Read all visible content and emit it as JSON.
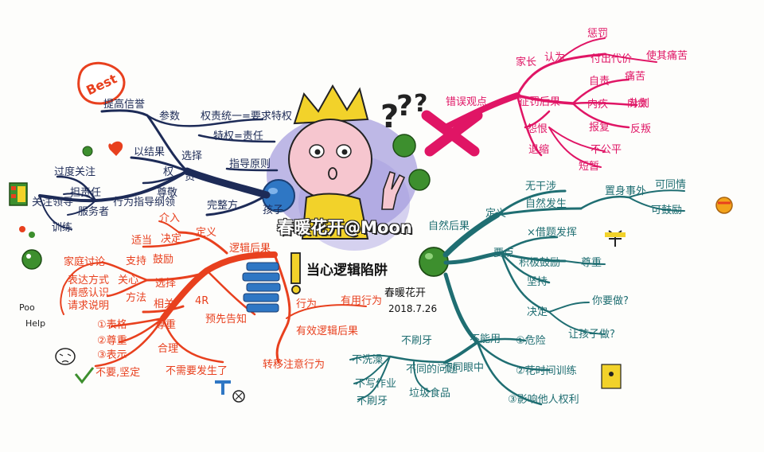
{
  "watermark": "春暖花开@Moon",
  "center": {
    "title": "当心逻辑陷阱",
    "author": "春暖花开",
    "date": "2018.7.26"
  },
  "best_badge": "Best",
  "colors": {
    "navy": "#1d2b57",
    "red": "#e8401e",
    "teal": "#1f6e72",
    "magenta": "#e01565",
    "apple_green": "#3d8f2e",
    "blue_ball": "#2f77c4",
    "hat": "#f2d22a",
    "purple_bg": "#8a7fd6"
  },
  "branch_navy": {
    "labels": [
      {
        "key": "n1",
        "text": "提高信誉"
      },
      {
        "key": "n2",
        "text": "参数"
      },
      {
        "key": "n3",
        "text": "权责统一=要求特权"
      },
      {
        "key": "n4",
        "text": "特权=责任"
      },
      {
        "key": "n5",
        "text": "以结果"
      },
      {
        "key": "n6",
        "text": "选择"
      },
      {
        "key": "n7",
        "text": "权"
      },
      {
        "key": "n8",
        "text": "责"
      },
      {
        "key": "n9",
        "text": "指导原则"
      },
      {
        "key": "n10",
        "text": "过度关注"
      },
      {
        "key": "n11",
        "text": "担责任"
      },
      {
        "key": "n12",
        "text": "关注领导"
      },
      {
        "key": "n13",
        "text": "行为指导纲领"
      },
      {
        "key": "n14",
        "text": "尊敬"
      },
      {
        "key": "n15",
        "text": "服务者"
      },
      {
        "key": "n16",
        "text": "训练"
      },
      {
        "key": "n17",
        "text": "孩子"
      },
      {
        "key": "n18",
        "text": "完整方"
      }
    ]
  },
  "branch_red": {
    "labels": [
      {
        "key": "r1",
        "text": "介入"
      },
      {
        "key": "r2",
        "text": "定义"
      },
      {
        "key": "r3",
        "text": "逻辑后果"
      },
      {
        "key": "r4",
        "text": "适当"
      },
      {
        "key": "r5",
        "text": "决定"
      },
      {
        "key": "r6",
        "text": "支持"
      },
      {
        "key": "r7",
        "text": "鼓励"
      },
      {
        "key": "r8",
        "text": "家庭讨论"
      },
      {
        "key": "r9",
        "text": "关心"
      },
      {
        "key": "r10",
        "text": "选择"
      },
      {
        "key": "r11",
        "text": "方法"
      },
      {
        "key": "r12",
        "text": "表达方式"
      },
      {
        "key": "r13",
        "text": "情感认识"
      },
      {
        "key": "r14",
        "text": "请求说明"
      },
      {
        "key": "r15",
        "text": "相关"
      },
      {
        "key": "r16",
        "text": "4R"
      },
      {
        "key": "r17",
        "text": "尊重"
      },
      {
        "key": "r18",
        "text": "合理"
      },
      {
        "key": "r19",
        "text": "预先告知"
      },
      {
        "key": "r20",
        "text": "①表格"
      },
      {
        "key": "r21",
        "text": "②尊重"
      },
      {
        "key": "r22",
        "text": "③表示"
      },
      {
        "key": "r23",
        "text": "不需要发生了"
      },
      {
        "key": "r24",
        "text": "不要,坚定"
      },
      {
        "key": "r25",
        "text": "行为"
      },
      {
        "key": "r26",
        "text": "有用行为"
      },
      {
        "key": "r27",
        "text": "有效逻辑后果"
      },
      {
        "key": "r28",
        "text": "转移注意行为"
      }
    ]
  },
  "branch_magenta": {
    "labels": [
      {
        "key": "m1",
        "text": "错误观点"
      },
      {
        "key": "m2",
        "text": "家长"
      },
      {
        "key": "m3",
        "text": "认为"
      },
      {
        "key": "m4",
        "text": "惩罚"
      },
      {
        "key": "m5",
        "text": "付出代价"
      },
      {
        "key": "m6",
        "text": "使其痛苦"
      },
      {
        "key": "m7",
        "text": "痛苦"
      },
      {
        "key": "m8",
        "text": "征罚后果"
      },
      {
        "key": "m9",
        "text": "自责"
      },
      {
        "key": "m10",
        "text": "内疚"
      },
      {
        "key": "m11",
        "text": "内疚"
      },
      {
        "key": "m12",
        "text": "怨恨"
      },
      {
        "key": "m13",
        "text": "报复"
      },
      {
        "key": "m14",
        "text": "计划"
      },
      {
        "key": "m15",
        "text": "反叛"
      },
      {
        "key": "m16",
        "text": "退缩"
      },
      {
        "key": "m17",
        "text": "不公平"
      },
      {
        "key": "m18",
        "text": "短暂"
      }
    ]
  },
  "branch_teal": {
    "labels": [
      {
        "key": "t1",
        "text": "自然后果"
      },
      {
        "key": "t2",
        "text": "定义"
      },
      {
        "key": "t3",
        "text": "无干涉"
      },
      {
        "key": "t4",
        "text": "自然发生"
      },
      {
        "key": "t5",
        "text": "置身事外"
      },
      {
        "key": "t6",
        "text": "可同情"
      },
      {
        "key": "t7",
        "text": "可鼓励"
      },
      {
        "key": "t8",
        "text": "要点"
      },
      {
        "key": "t9",
        "text": "×借题发挥"
      },
      {
        "key": "t10",
        "text": "积极鼓励"
      },
      {
        "key": "t11",
        "text": "尊重"
      },
      {
        "key": "t12",
        "text": "坚持"
      },
      {
        "key": "t13",
        "text": "决定"
      },
      {
        "key": "t14",
        "text": "你要做?"
      },
      {
        "key": "t15",
        "text": "让孩子做?"
      },
      {
        "key": "t16",
        "text": "不能用"
      },
      {
        "key": "t17",
        "text": "①危险"
      },
      {
        "key": "t18",
        "text": "②花时间训练"
      },
      {
        "key": "t19",
        "text": "③影响他人权利"
      },
      {
        "key": "t20",
        "text": "不刷牙"
      },
      {
        "key": "t21",
        "text": "不洗澡"
      },
      {
        "key": "t22",
        "text": "不写作业"
      },
      {
        "key": "t23",
        "text": "不刷牙"
      },
      {
        "key": "t24",
        "text": "垃圾食品"
      },
      {
        "key": "t25",
        "text": "不同的问题"
      },
      {
        "key": "t26",
        "text": "不同眼中"
      }
    ]
  },
  "side_notes": {
    "help": "Help",
    "poo": "Poo"
  }
}
